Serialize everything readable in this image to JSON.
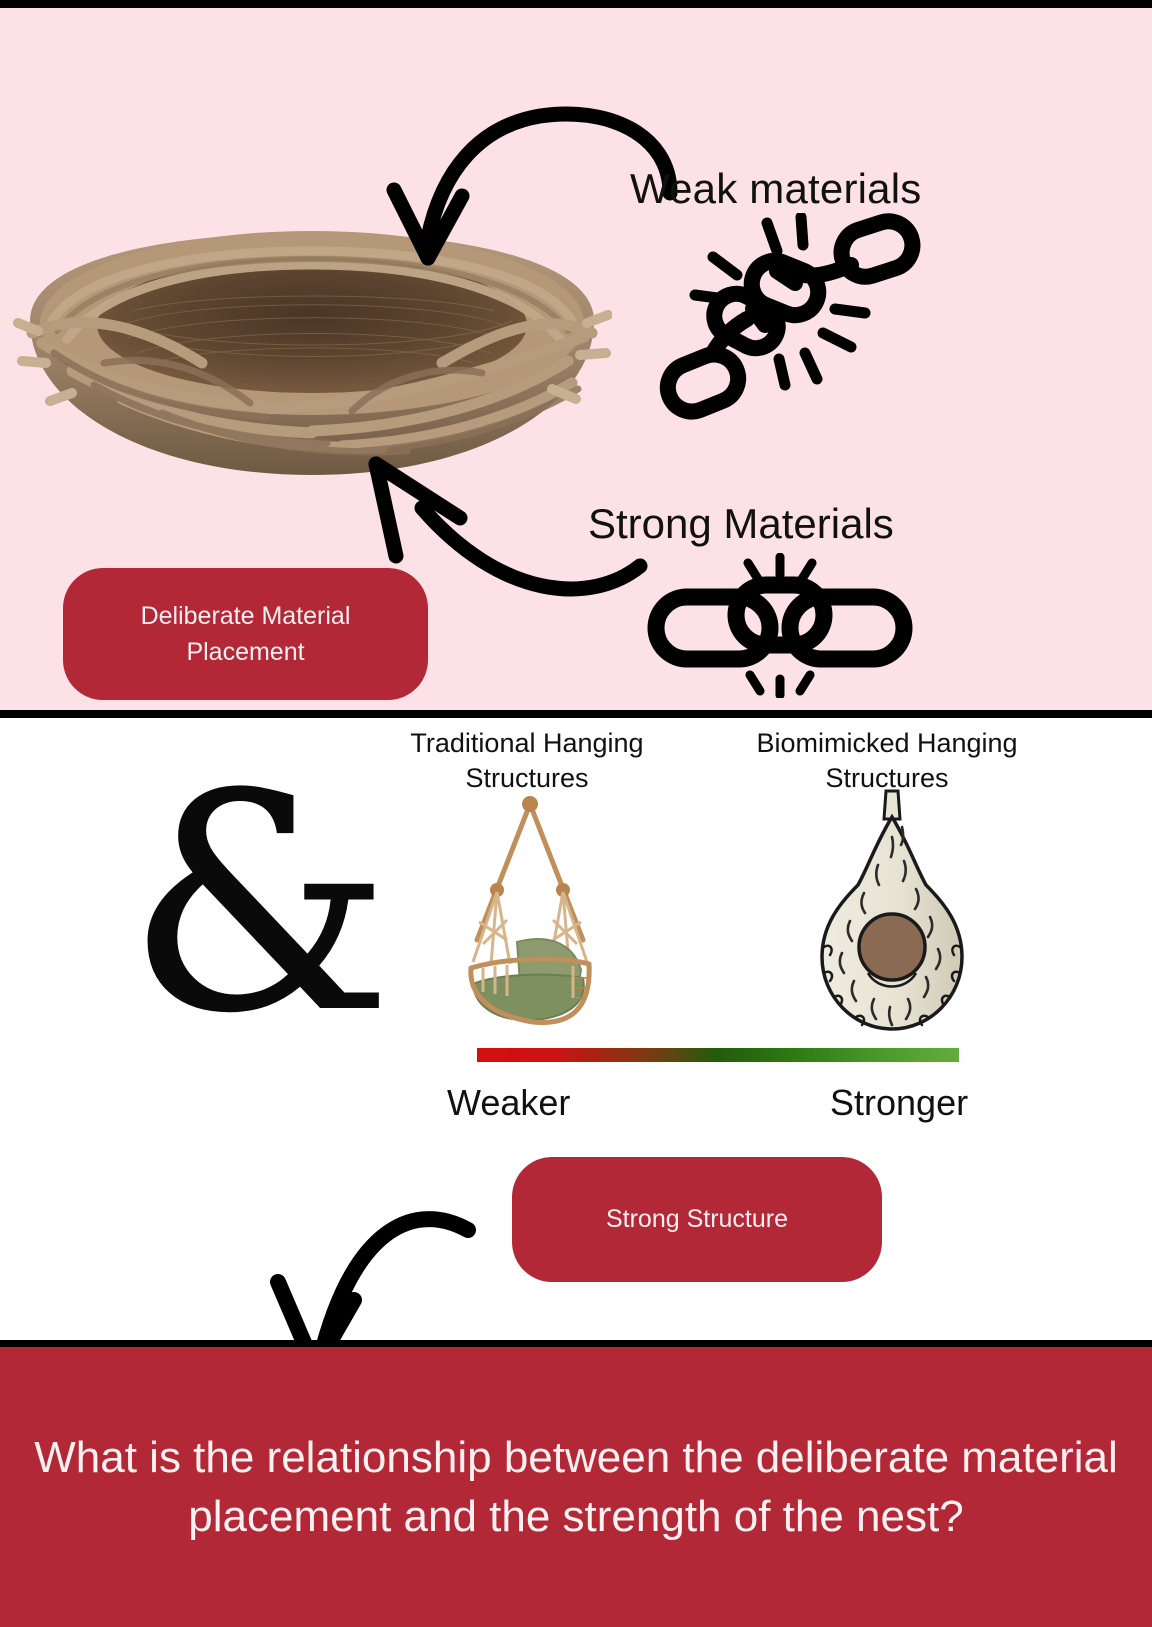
{
  "top_panel": {
    "background_color": "#fce2e6",
    "nest": {
      "alt": "bird-nest-photo"
    },
    "labels": {
      "weak_materials": "Weak materials",
      "strong_materials": "Strong Materials"
    },
    "icons": {
      "broken_chain": "broken-chain-icon",
      "whole_chain": "chain-link-icon",
      "arrow_to_nest_top": "curved-arrow-down-icon",
      "arrow_to_nest_bottom": "curved-arrow-up-left-icon"
    },
    "badge": {
      "label": "Deliberate Material Placement",
      "color": "#b32836",
      "text_color": "#fdeef0"
    }
  },
  "middle_panel": {
    "ampersand": "&",
    "columns": [
      {
        "title": "Traditional Hanging Structures",
        "illustration": "hanging-macrame-chair-icon"
      },
      {
        "title": "Biomimicked Hanging Structures",
        "illustration": "weaver-bird-nest-icon"
      }
    ],
    "scale": {
      "left_label": "Weaker",
      "right_label": "Stronger",
      "gradient_from": "#d40f0f",
      "gradient_mid": "#225c0c",
      "gradient_to": "#63ad3a"
    },
    "badge": {
      "label": "Strong Structure",
      "color": "#b32836",
      "text_color": "#fdeef0"
    },
    "icons": {
      "arrow_to_question": "curved-arrow-down-left-icon"
    }
  },
  "question_banner": {
    "text": "What is the relationship between the deliberate material placement and the strength of the nest?",
    "background_color": "#b32836",
    "text_color": "#fdf0f1"
  }
}
